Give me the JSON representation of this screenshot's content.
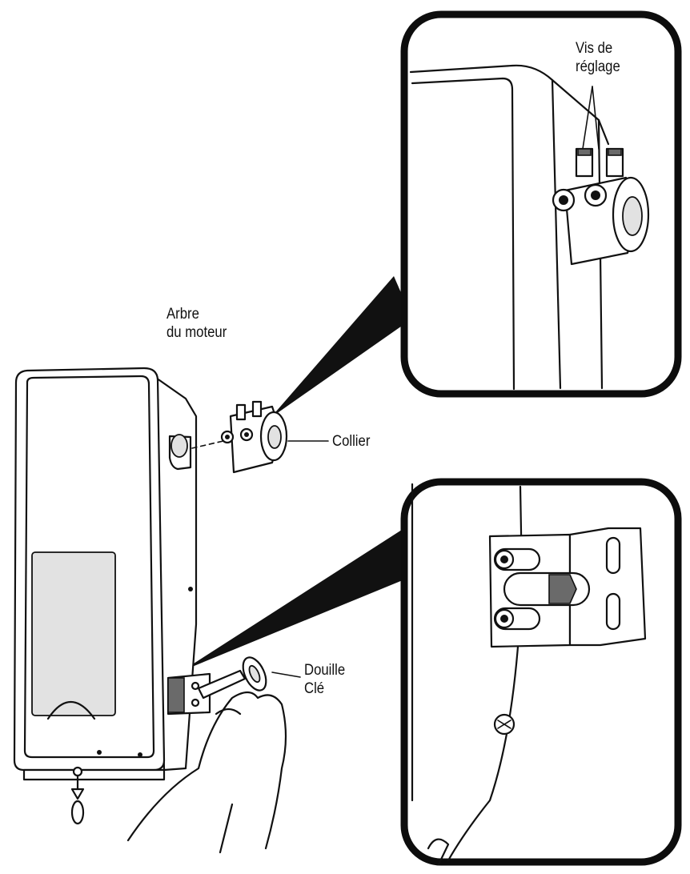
{
  "labels": {
    "adjust_screws_line1": "Vis de",
    "adjust_screws_line2": "réglage",
    "motor_shaft_line1": "Arbre",
    "motor_shaft_line2": "du moteur",
    "collar": "Collier",
    "socket_line1": "Douille",
    "socket_line2": "Clé"
  },
  "colors": {
    "ink": "#111111",
    "shade": "#e2e2e2",
    "background": "#ffffff"
  }
}
